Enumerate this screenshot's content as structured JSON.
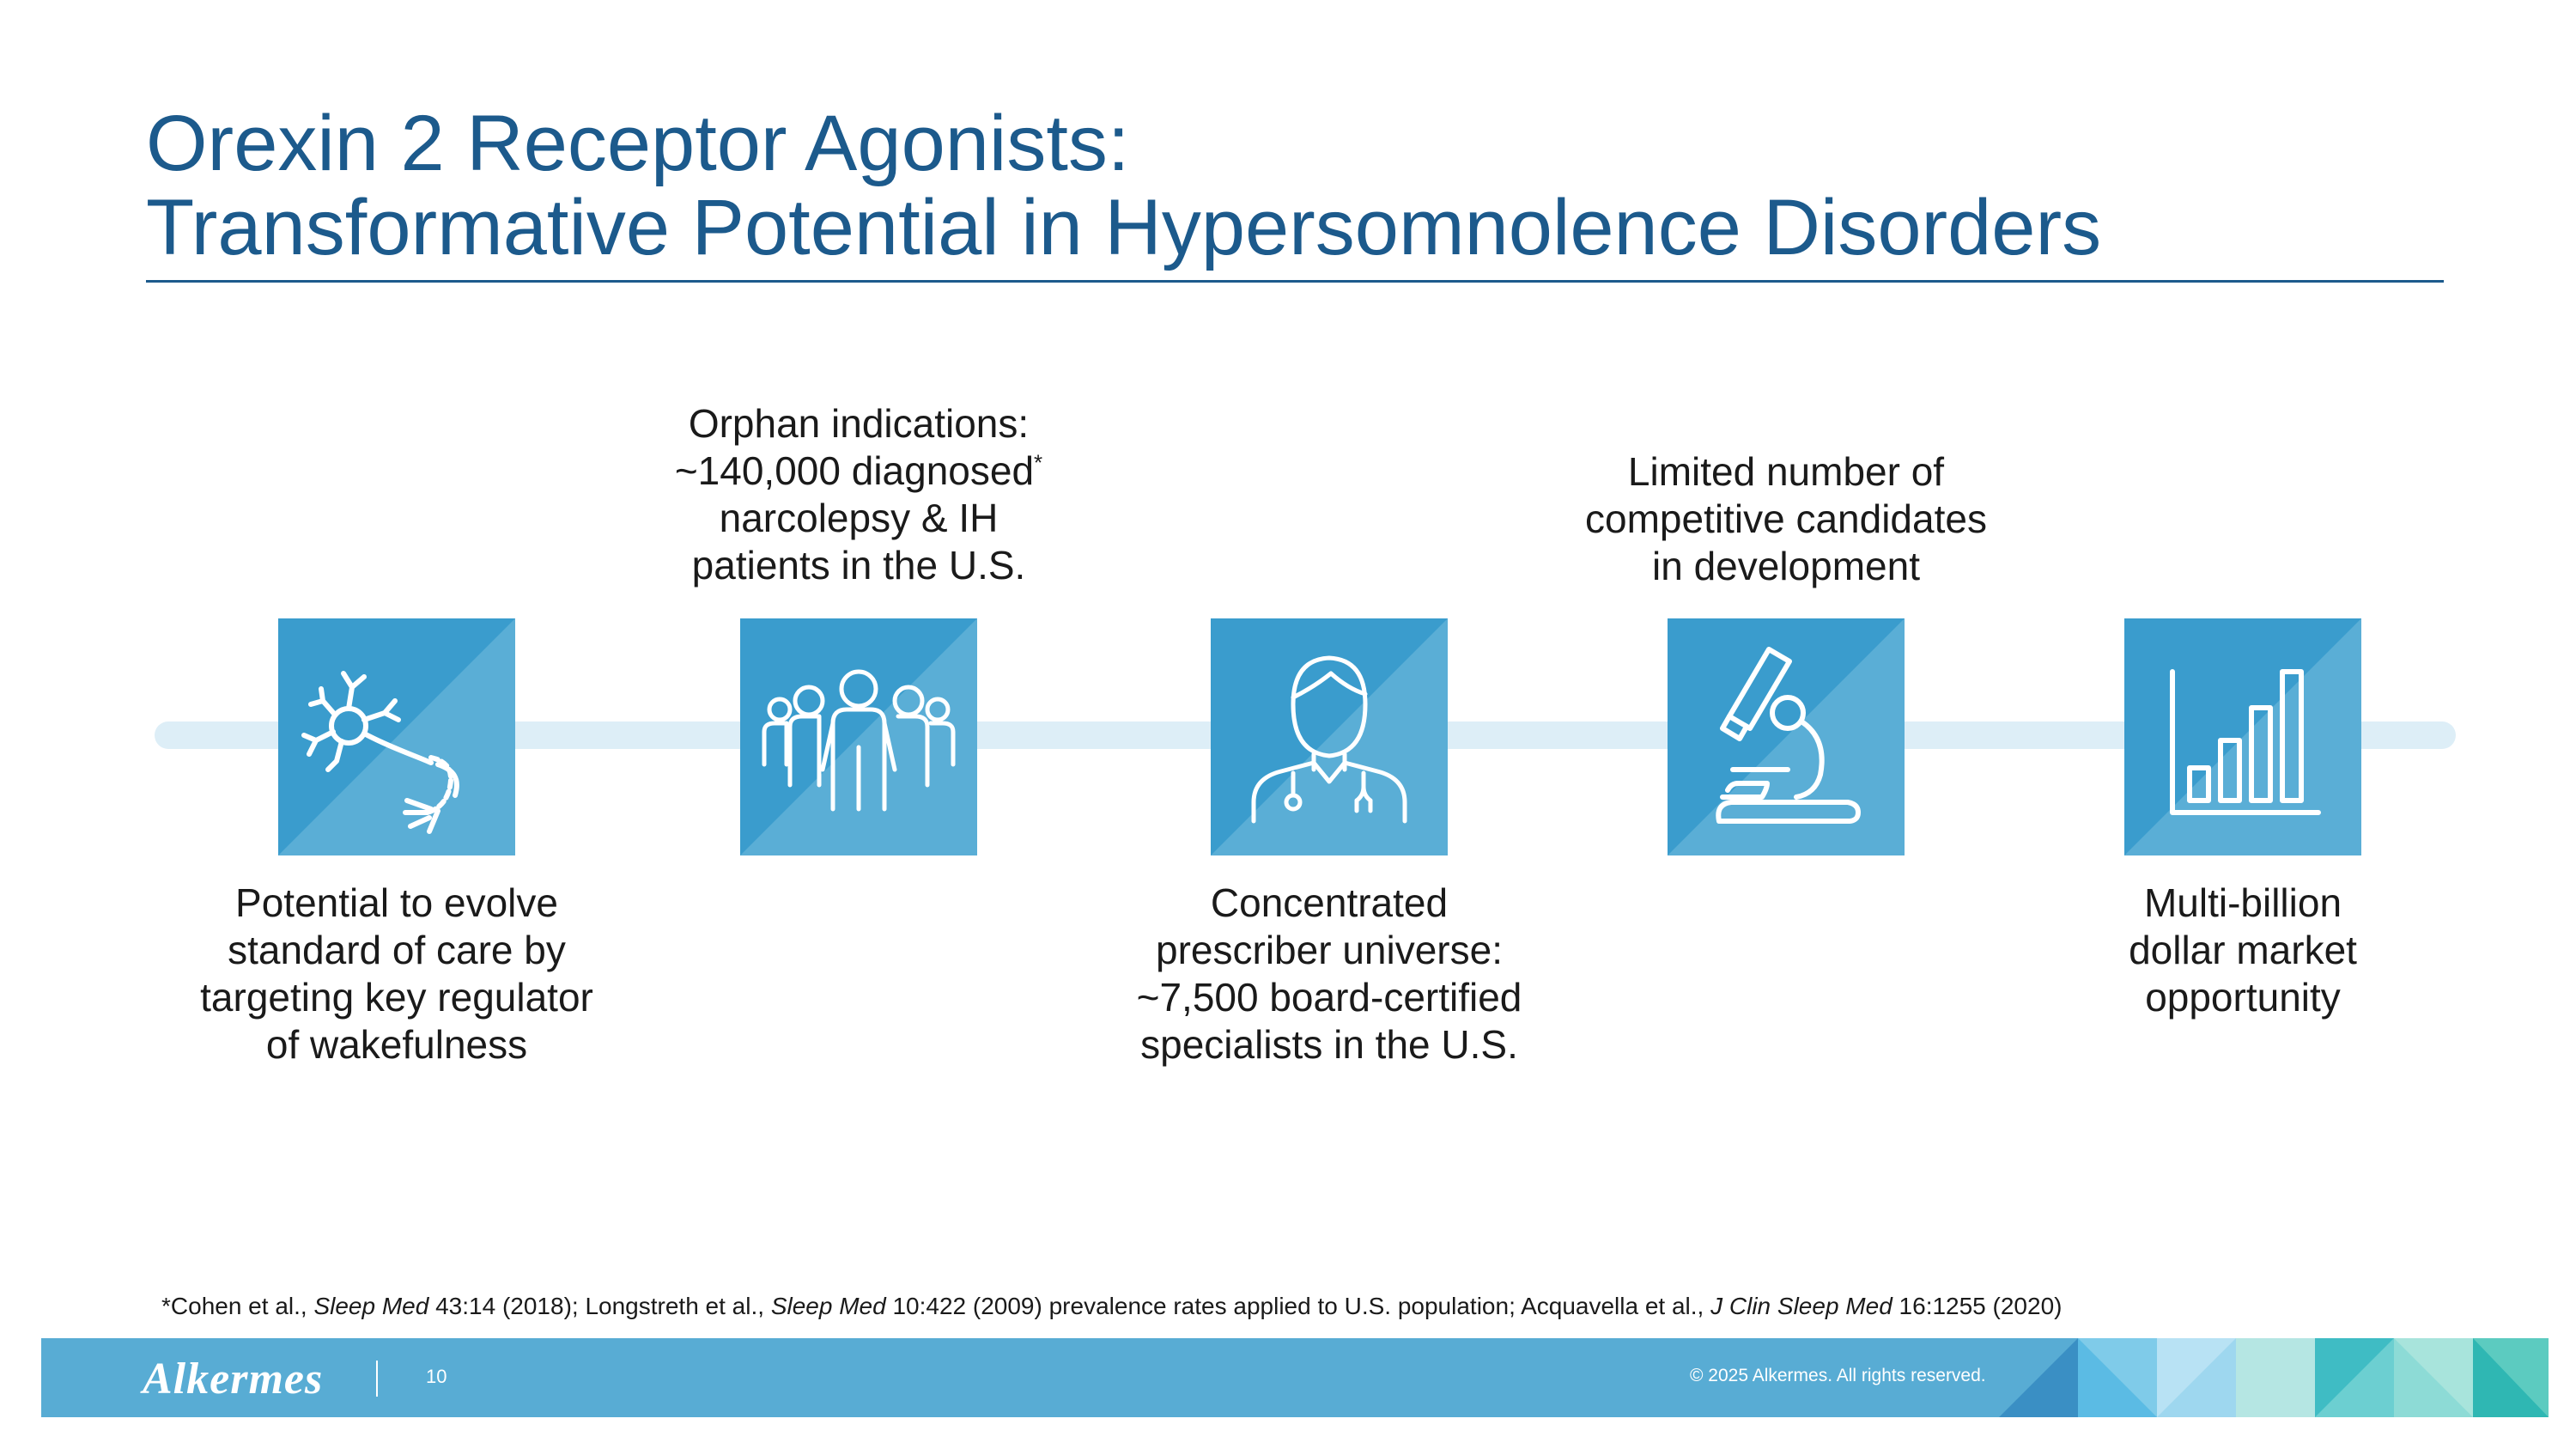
{
  "slide": {
    "title_line1": "Orexin 2 Receptor Agonists:",
    "title_line2": "Transformative Potential in Hypersomnolence Disorders"
  },
  "items": [
    {
      "icon": "neuron-icon",
      "lines": [
        "Potential to evolve",
        "standard of care by",
        "targeting key regulator",
        "of wakefulness"
      ]
    },
    {
      "icon": "people-group-icon",
      "lines": [
        "Orphan indications:",
        "~140,000 diagnosed",
        "narcolepsy & IH",
        "patients in the U.S."
      ],
      "footnote_marker": "*"
    },
    {
      "icon": "doctor-icon",
      "lines": [
        "Concentrated",
        "prescriber universe:",
        "~7,500 board-certified",
        "specialists in the U.S."
      ]
    },
    {
      "icon": "microscope-icon",
      "lines": [
        "Limited number of",
        "competitive candidates",
        "in development"
      ]
    },
    {
      "icon": "bar-chart-icon",
      "lines": [
        "Multi-billion",
        "dollar market",
        "opportunity"
      ]
    }
  ],
  "footnote": {
    "prefix": "*Cohen et al., ",
    "journal1": "Sleep Med",
    "cite1": " 43:14 (2018); Longstreth et al., ",
    "journal2": "Sleep Med",
    "cite2": " 10:422 (2009) prevalence rates applied to U.S. population; Acquavella et al., ",
    "journal3": "J Clin Sleep Med",
    "cite3": " 16:1255 (2020)"
  },
  "footer": {
    "logo": "Alkermes",
    "page_number": "10",
    "copyright": "© 2025 Alkermes. All rights reserved."
  },
  "colors": {
    "title": "#1c5a8c",
    "tile_dark": "#3a9ccd",
    "tile_light": "#5aaed6",
    "track": "#ddeef7",
    "footer": "#58acd4"
  }
}
